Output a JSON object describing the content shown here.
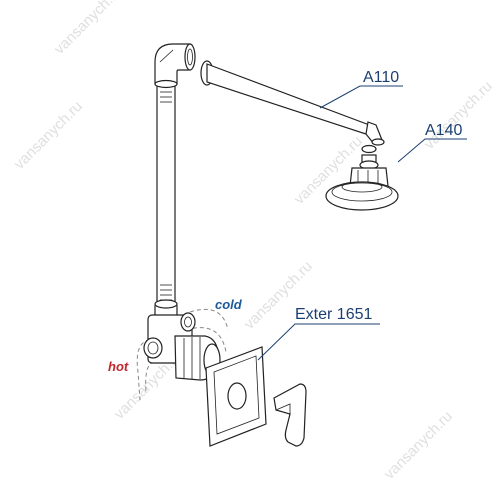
{
  "labels": {
    "arm": "A110",
    "head": "A140",
    "mixer": "Exter 1651",
    "hot": "hot",
    "cold": "cold"
  },
  "watermark": "vansanych.ru",
  "colors": {
    "label": "#1c3f73",
    "hot": "#c0282d",
    "cold": "#1c5a9a"
  }
}
